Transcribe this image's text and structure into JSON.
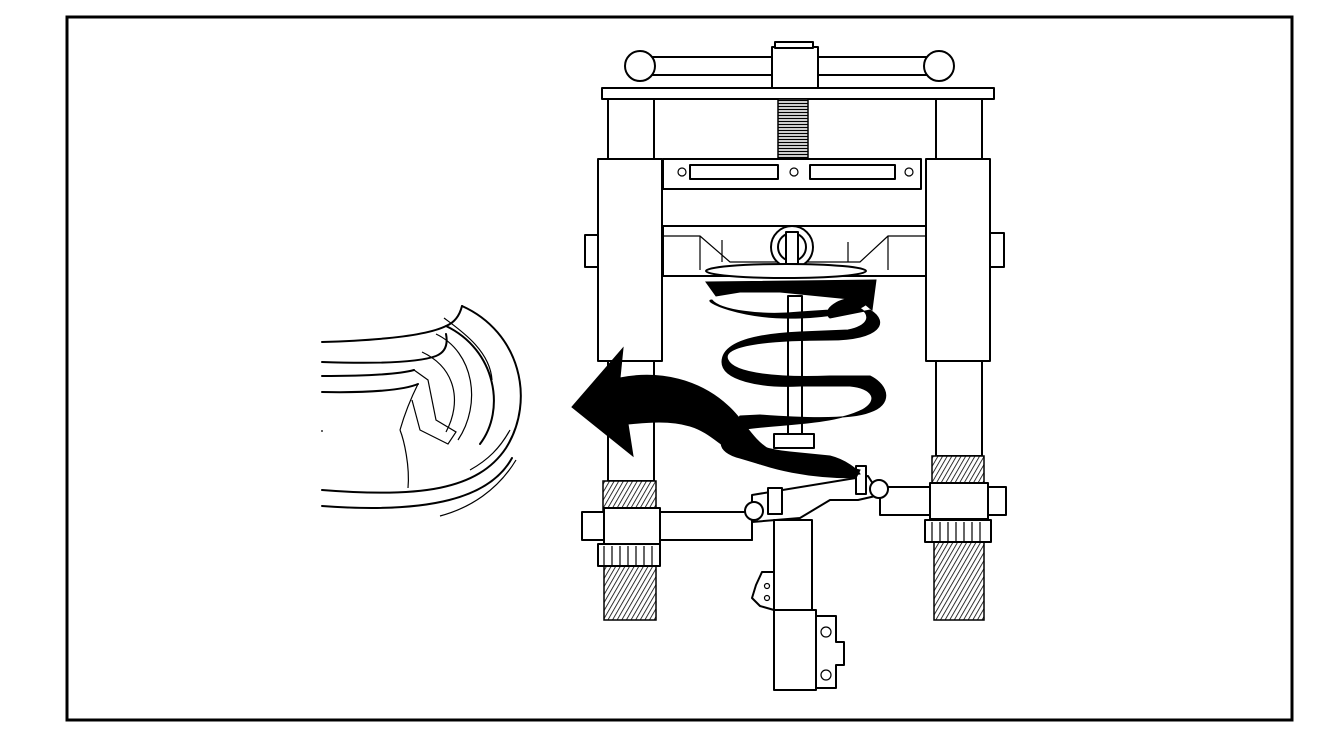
{
  "figure": {
    "description_visible_text": "",
    "colors": {
      "ink": "#000000",
      "paper": "#ffffff"
    },
    "parts": {
      "frame": "border-frame",
      "tool": "spring-compressor-tool",
      "spring": "coil-spring",
      "strut": "strut-assembly",
      "arrow": "removal-arrow",
      "detail": "spring-seat-detail-view"
    }
  }
}
